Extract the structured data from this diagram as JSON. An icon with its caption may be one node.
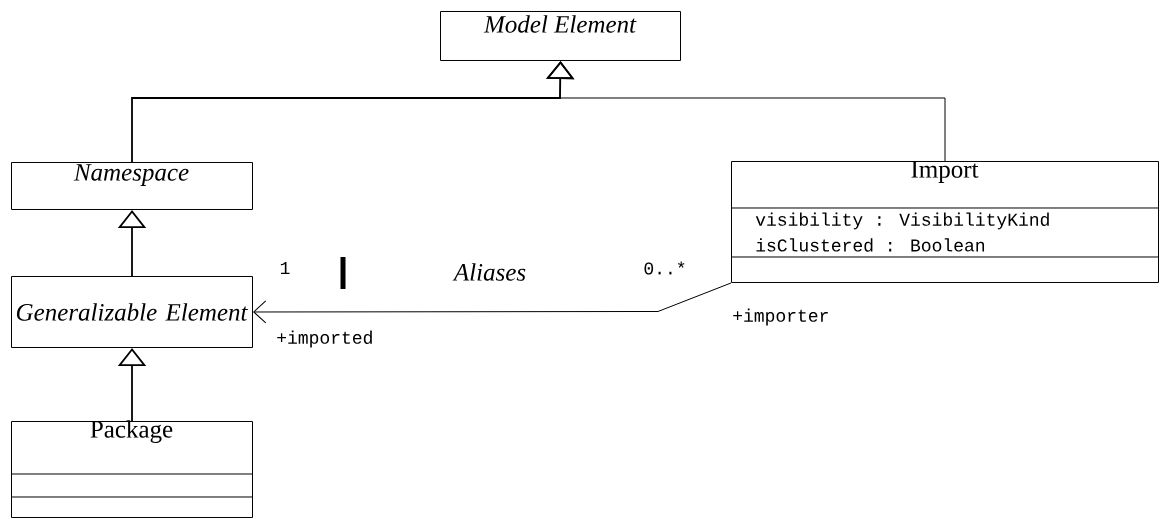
{
  "diagram": {
    "nodes": [
      {
        "text": [
          "Model Element"
        ]
      },
      {
        "text": [
          "Namespace"
        ]
      },
      {
        "text": [
          "Import",
          "visibility : VisibilityKind",
          "isClustered : Boolean"
        ]
      },
      {
        "text": [
          "Generalizable Element"
        ]
      },
      {
        "text": [
          "Package"
        ]
      }
    ],
    "edges": [
      {
        "from": 1,
        "to": 0,
        "arrow": "to"
      },
      {
        "from": 2,
        "to": 0,
        "arrow": "to"
      },
      {
        "from": 3,
        "to": 1,
        "arrow": "to"
      },
      {
        "from": 4,
        "to": 3,
        "arrow": "to"
      },
      {
        "from": 2,
        "to": 3,
        "arrow": "to",
        "label": "Aliases"
      }
    ],
    "labels": [
      "1",
      "0..*",
      "+imported",
      "+importer"
    ]
  }
}
